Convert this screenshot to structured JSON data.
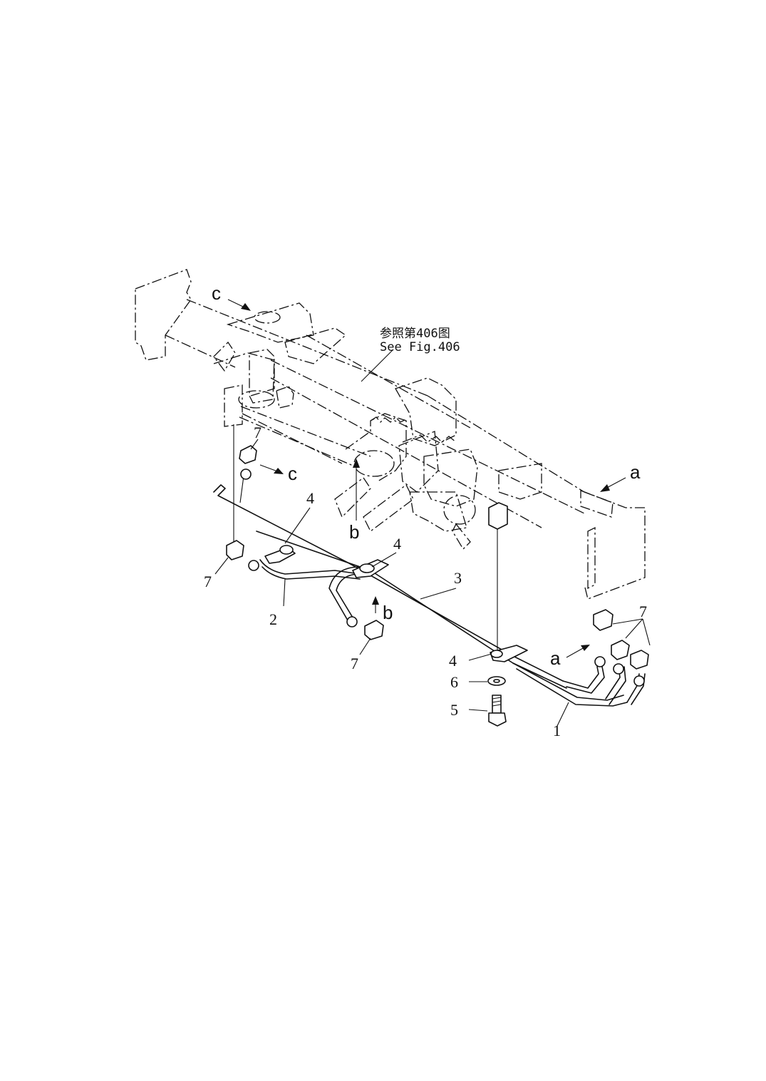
{
  "callouts": {
    "reference_cn": "参照第406图",
    "reference_en": "See Fig.406",
    "part_numbers": [
      "1",
      "2",
      "3",
      "4",
      "4",
      "4",
      "5",
      "6",
      "7",
      "7",
      "7",
      "7"
    ],
    "view_letters": [
      "a",
      "a",
      "b",
      "b",
      "c",
      "c"
    ]
  }
}
